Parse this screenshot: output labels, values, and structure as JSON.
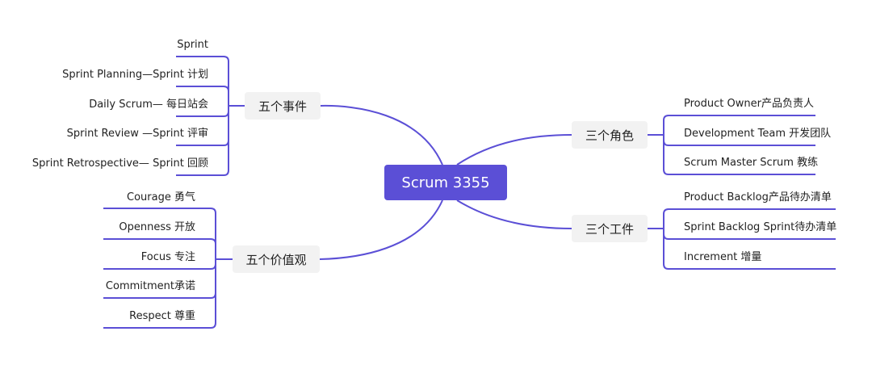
{
  "root": {
    "label": "Scrum 3355"
  },
  "colors": {
    "line": "#5b4fd6",
    "root_bg": "#5b4fd6",
    "branch_bg": "#f2f2f2"
  },
  "branches": [
    {
      "label": "五个事件",
      "side": "left",
      "items": [
        "Sprint",
        "Sprint Planning—Sprint 计划",
        "Daily Scrum— 每日站会",
        "Sprint Review —Sprint 评审",
        "Sprint Retrospective— Sprint 回顾"
      ]
    },
    {
      "label": "五个价值观",
      "side": "left",
      "items": [
        "Courage 勇气",
        "Openness 开放",
        "Focus 专注",
        "Commitment承诺",
        "Respect 尊重"
      ]
    },
    {
      "label": "三个角色",
      "side": "right",
      "items": [
        "Product Owner产品负责人",
        "Development Team 开发团队",
        "Scrum Master Scrum 教练"
      ]
    },
    {
      "label": "三个工件",
      "side": "right",
      "items": [
        "Product Backlog产品待办清单",
        "Sprint Backlog Sprint待办清单",
        "Increment 增量"
      ]
    }
  ]
}
